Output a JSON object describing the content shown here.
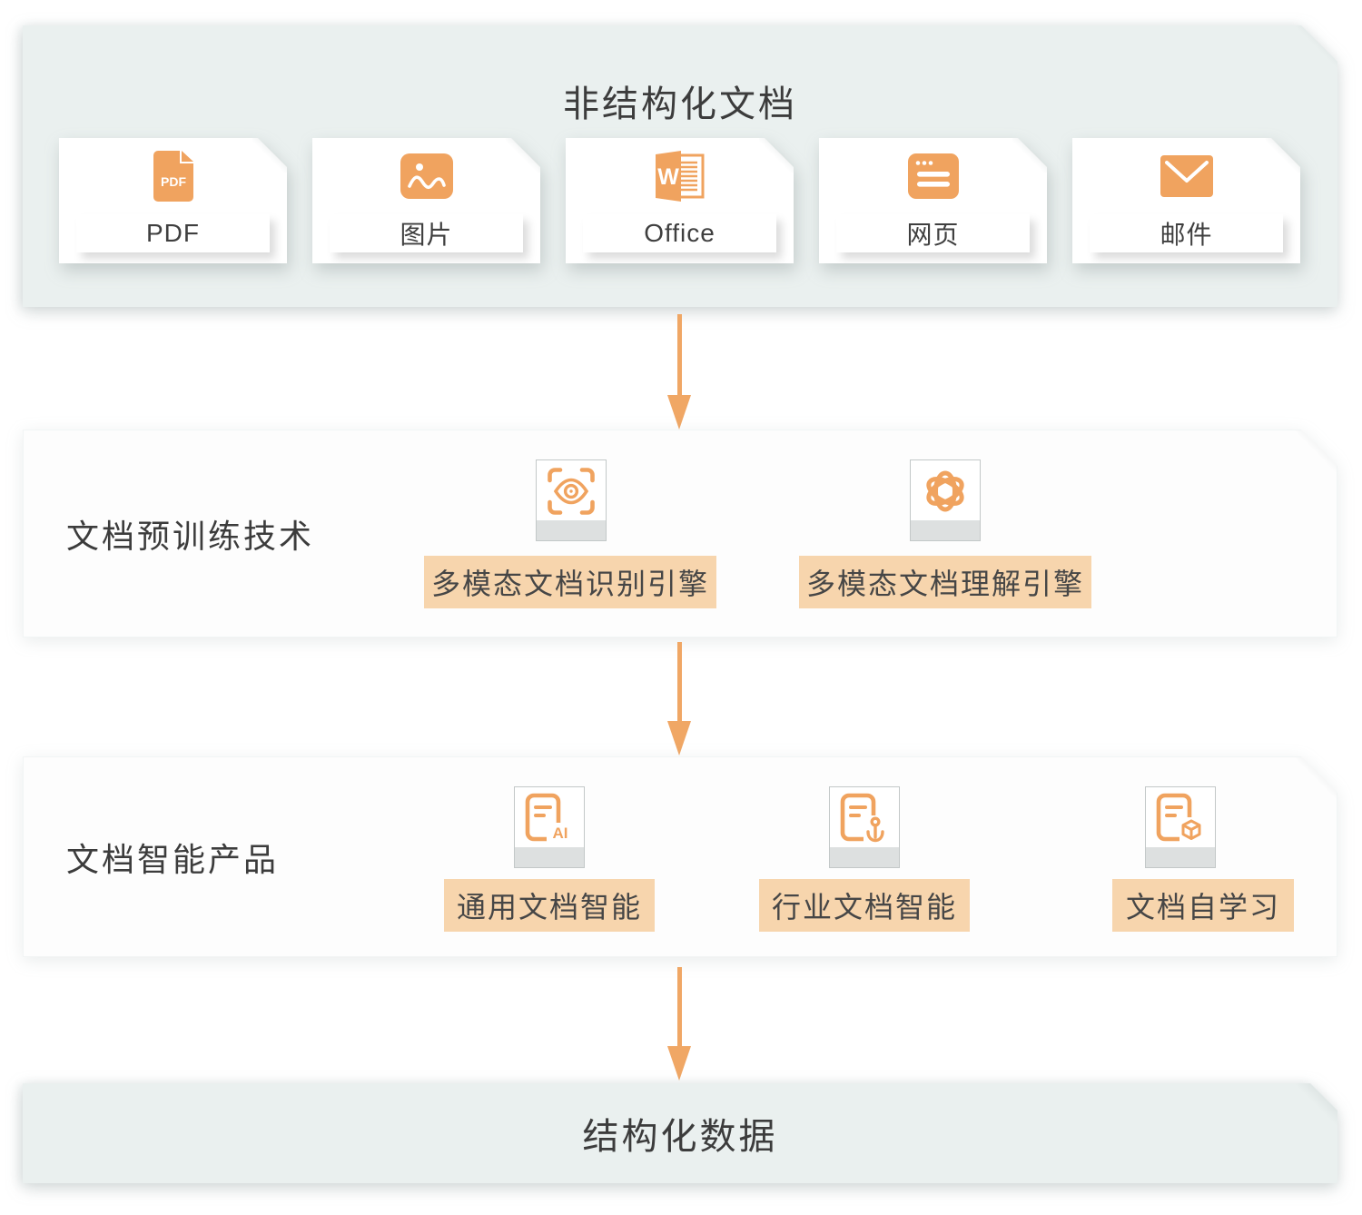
{
  "diagram": {
    "input": {
      "title": "非结构化文档",
      "cards": [
        {
          "label": "PDF",
          "icon": "pdf-file"
        },
        {
          "label": "图片",
          "icon": "picture"
        },
        {
          "label": "Office",
          "icon": "word-document"
        },
        {
          "label": "网页",
          "icon": "webpage"
        },
        {
          "label": "邮件",
          "icon": "email"
        }
      ]
    },
    "pretrain": {
      "title": "文档预训练技术",
      "items": [
        {
          "label": "多模态文档识别引擎",
          "icon": "eye-scan"
        },
        {
          "label": "多模态文档理解引擎",
          "icon": "atom"
        }
      ]
    },
    "products": {
      "title": "文档智能产品",
      "items": [
        {
          "label": "通用文档智能",
          "icon": "ai-document"
        },
        {
          "label": "行业文档智能",
          "icon": "anchor-document"
        },
        {
          "label": "文档自学习",
          "icon": "cube-document"
        }
      ]
    },
    "output": {
      "title": "结构化数据"
    }
  },
  "colors": {
    "accent_orange": "#F0A35F",
    "arrow_orange": "#F0A765",
    "label_peach": "#F7D5AD",
    "panel_teal": "#EAF0EF",
    "text_dark": "#3C3C3C"
  }
}
